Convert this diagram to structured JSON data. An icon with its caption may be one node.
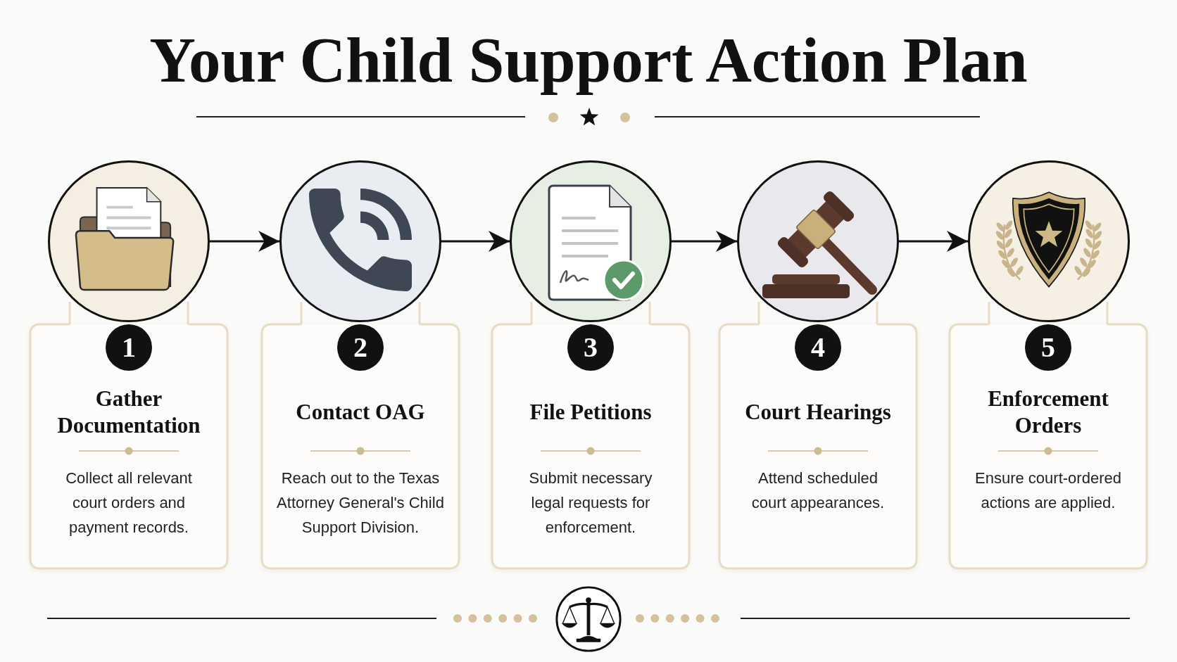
{
  "diagram": {
    "title": "Your Child Support Action Plan",
    "nodes": [
      {
        "text": [],
        "shape": "picture"
      },
      {
        "text": [
          "Gather Documentation",
          "Collect all relevant court orders and payment records."
        ]
      },
      {
        "text": [
          "1"
        ],
        "in": 1
      },
      {
        "text": [],
        "shape": "picture"
      },
      {
        "text": [
          "Contact OAG",
          "Reach out to the Texas Attorney General's Child Support Division."
        ]
      },
      {
        "text": [
          "2"
        ],
        "in": 4
      },
      {
        "text": [],
        "shape": "picture"
      },
      {
        "text": [
          "File Petitions",
          "Submit necessary legal requests for enforcement."
        ]
      },
      {
        "text": [
          "3"
        ],
        "in": 7
      },
      {
        "text": [],
        "shape": "picture"
      },
      {
        "text": [
          "Court Hearings",
          "Attend scheduled court appearances."
        ]
      },
      {
        "text": [
          "4"
        ],
        "in": 10
      },
      {
        "text": [],
        "shape": "picture"
      },
      {
        "text": [
          "Enforcement Orders",
          "Ensure court-ordered actions are applied."
        ]
      },
      {
        "text": [
          "5"
        ],
        "in": 13
      }
    ],
    "edges": [
      {
        "from": 0,
        "to": 3,
        "arrow": "to"
      },
      {
        "from": 3,
        "to": 6,
        "arrow": "to"
      },
      {
        "from": 6,
        "to": 9,
        "arrow": "to"
      },
      {
        "from": 9,
        "to": 12,
        "arrow": "to"
      }
    ]
  }
}
